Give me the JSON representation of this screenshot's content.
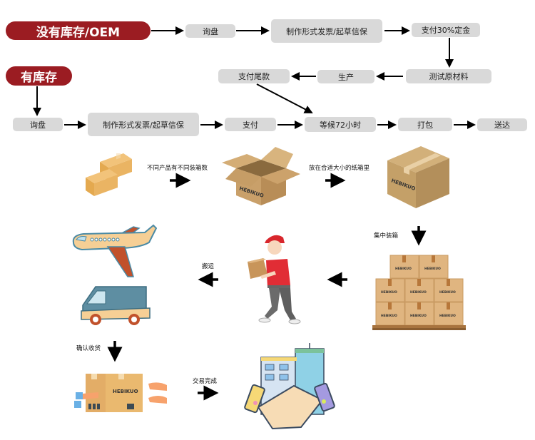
{
  "flow_no_stock": {
    "title": "没有库存/OEM",
    "steps": [
      "询盘",
      "制作形式发票/起草信保",
      "支付30%定金",
      "测试原材料",
      "生产",
      "支付尾款"
    ]
  },
  "flow_in_stock": {
    "title": "有库存",
    "steps": [
      "询盘",
      "制作形式发票/起草信保",
      "支付",
      "等候72小时",
      "打包",
      "送达"
    ]
  },
  "process": {
    "labels": {
      "different_products": "不同产品有不同装箱数",
      "put_in_box": "放在合适大小的纸箱里",
      "consolidate": "集中装箱",
      "transport": "搬运",
      "confirm_receipt": "确认收货",
      "deal_complete": "交易完成"
    },
    "brand_text": "HEBIKUO"
  },
  "colors": {
    "accent": "#9b1c22",
    "node_bg": "#d9d9d9",
    "box": "#d9a86a"
  }
}
